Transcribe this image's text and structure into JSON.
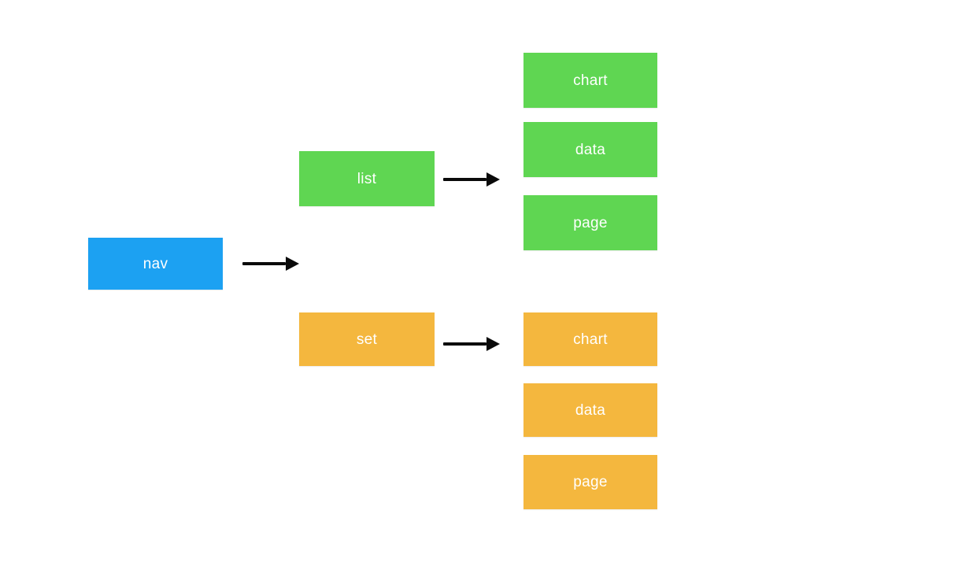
{
  "diagram": {
    "background_color": "#ffffff",
    "arrow_color": "#0a0a0a",
    "label_color": "#ffffff",
    "root": {
      "label": "nav",
      "color": "#1ca1f2"
    },
    "branches": [
      {
        "label": "list",
        "color": "#5fd652",
        "children": [
          {
            "label": "chart"
          },
          {
            "label": "data"
          },
          {
            "label": "page"
          }
        ]
      },
      {
        "label": "set",
        "color": "#f4b73e",
        "children": [
          {
            "label": "chart"
          },
          {
            "label": "data"
          },
          {
            "label": "page"
          }
        ]
      }
    ]
  }
}
